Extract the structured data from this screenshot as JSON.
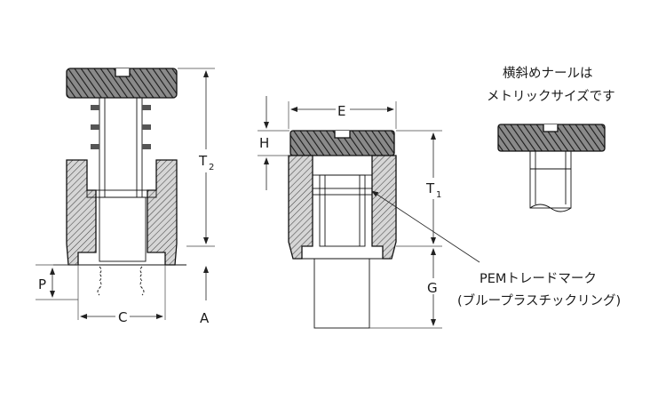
{
  "labels": {
    "T2": "T",
    "T2_sub": "2",
    "P": "P",
    "C": "C",
    "A": "A",
    "E": "E",
    "H": "H",
    "T1": "T",
    "T1_sub": "1",
    "G": "G"
  },
  "notes": {
    "knurl_line1": "横斜めナールは",
    "knurl_line2": "メトリックサイズです",
    "pem_line1": "PEMトレードマーク",
    "pem_line2": "(ブループラスチックリング)"
  },
  "colors": {
    "ink": "#1a1a1a",
    "hatch": "#555555",
    "metal": "#d8d8d8",
    "knurl": "#6e6e6e"
  }
}
